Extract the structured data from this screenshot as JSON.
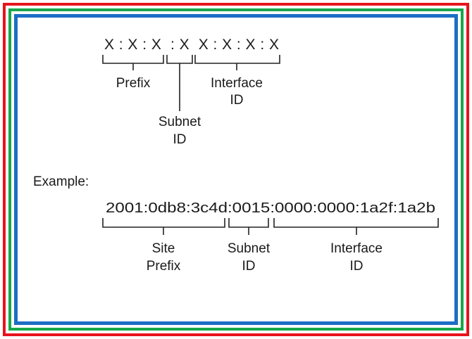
{
  "frame_colors": {
    "outer": "#e8141c",
    "middle": "#18a84c",
    "inner": "#1c6ec4"
  },
  "format": {
    "pattern": "X : X : X  : X  X : X : X : X",
    "labels": {
      "prefix": "Prefix",
      "subnet_line1": "Subnet",
      "subnet_line2": "ID",
      "interface_line1": "Interface",
      "interface_line2": "ID"
    }
  },
  "example": {
    "heading": "Example:",
    "address": "2001:0db8:3c4d:0015:0000:0000:1a2f:1a2b",
    "labels": {
      "site_line1": "Site",
      "site_line2": "Prefix",
      "subnet_line1": "Subnet",
      "subnet_line2": "ID",
      "interface_line1": "Interface",
      "interface_line2": "ID"
    }
  }
}
